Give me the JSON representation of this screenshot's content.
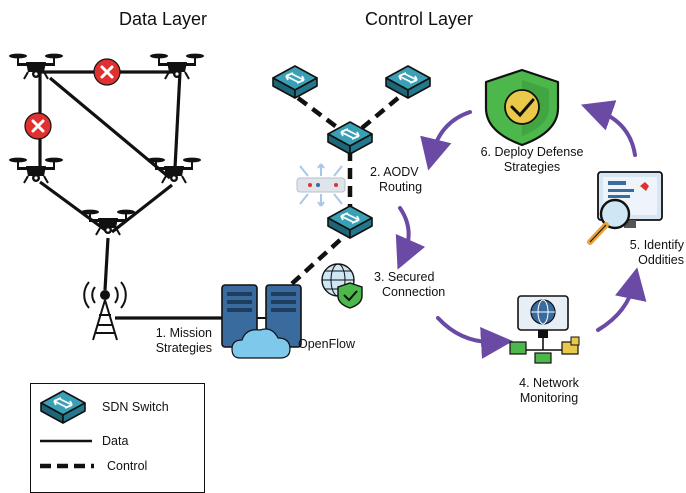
{
  "layers": {
    "data_title": "Data Layer",
    "control_title": "Control Layer"
  },
  "steps": {
    "s1": [
      "1. Mission",
      "Strategies"
    ],
    "s2": [
      "2. AODV",
      "Routing"
    ],
    "s3": [
      "3. Secured",
      "Connection"
    ],
    "s4": [
      "4. Network",
      "Monitoring"
    ],
    "s5": [
      "5. Identify",
      "Oddities"
    ],
    "s6": [
      "6. Deploy Defense",
      "Strategies"
    ]
  },
  "controller_label": "OpenFlow",
  "legend": {
    "switch": "SDN Switch",
    "data": "Data",
    "control": "Control"
  },
  "colors": {
    "switch_teal": "#2f8fa3",
    "switch_dark": "#1d6678",
    "arrow_purple": "#6a4aa5",
    "shield_green": "#4cb84c",
    "fail_red": "#e03030",
    "server_blue": "#3a6b9e",
    "cloud_blue": "#7ec8ec"
  },
  "icons": [
    "drone-icon",
    "x-fail-icon",
    "radio-tower-icon",
    "sdn-switch-icon",
    "server-icon",
    "cloud-icon",
    "globe-shield-icon",
    "load-balancer-icon",
    "network-monitor-icon",
    "magnifier-screen-icon",
    "defense-shield-icon"
  ]
}
